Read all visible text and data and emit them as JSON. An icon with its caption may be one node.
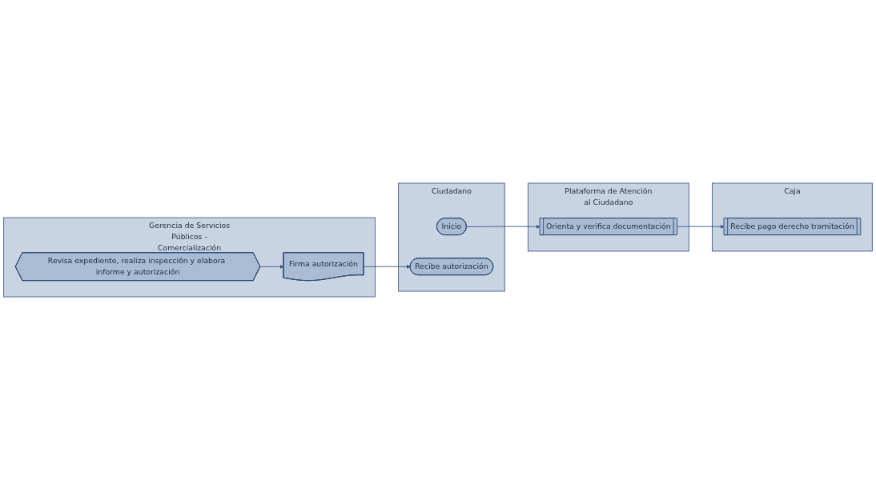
{
  "diagram": {
    "nodes": [
      {
        "text": [
          "Ciudadano"
        ]
      },
      {
        "text": [
          "Plataforma de Atención al Ciudadano"
        ]
      },
      {
        "text": [
          "Caja"
        ]
      },
      {
        "text": [
          "Gerencia de Servicios Públicos - Comercialización"
        ]
      },
      {
        "text": [
          "Inicio"
        ],
        "in": 0
      },
      {
        "text": [
          "Orienta y verifica documentación"
        ],
        "in": 1
      },
      {
        "text": [
          "Recibe pago derecho tramitación"
        ],
        "in": 2
      },
      {
        "text": [
          "Revisa expediente, realiza inspección y elabora informe y autorización"
        ],
        "in": 3
      },
      {
        "text": [
          "Recibe autorización"
        ],
        "in": 0
      },
      {
        "text": [
          "Firma autorización"
        ],
        "in": 3
      }
    ],
    "edges": [
      {
        "from": 4,
        "to": 5,
        "arrow": "to"
      },
      {
        "from": 5,
        "to": 6,
        "arrow": "to"
      },
      {
        "from": 7,
        "to": 9,
        "arrow": "to"
      },
      {
        "from": 9,
        "to": 8,
        "arrow": "to"
      }
    ]
  }
}
